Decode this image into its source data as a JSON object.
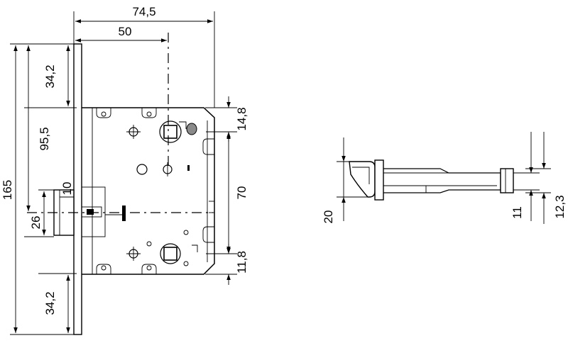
{
  "dimensions": {
    "width_total": "74,5",
    "width_backset": "50",
    "height_total": "165",
    "height_top": "34,2",
    "height_mid": "95,5",
    "height_low": "26",
    "height_bottom": "34,2",
    "latch_10": "10",
    "right_top": "14,8",
    "right_mid": "70",
    "right_bottom": "11,8",
    "latch_20": "20",
    "latch_11": "11",
    "latch_12_3": "12,3"
  },
  "colors": {
    "line": "#000000",
    "background": "#ffffff",
    "shade": "#8a8a8a"
  }
}
